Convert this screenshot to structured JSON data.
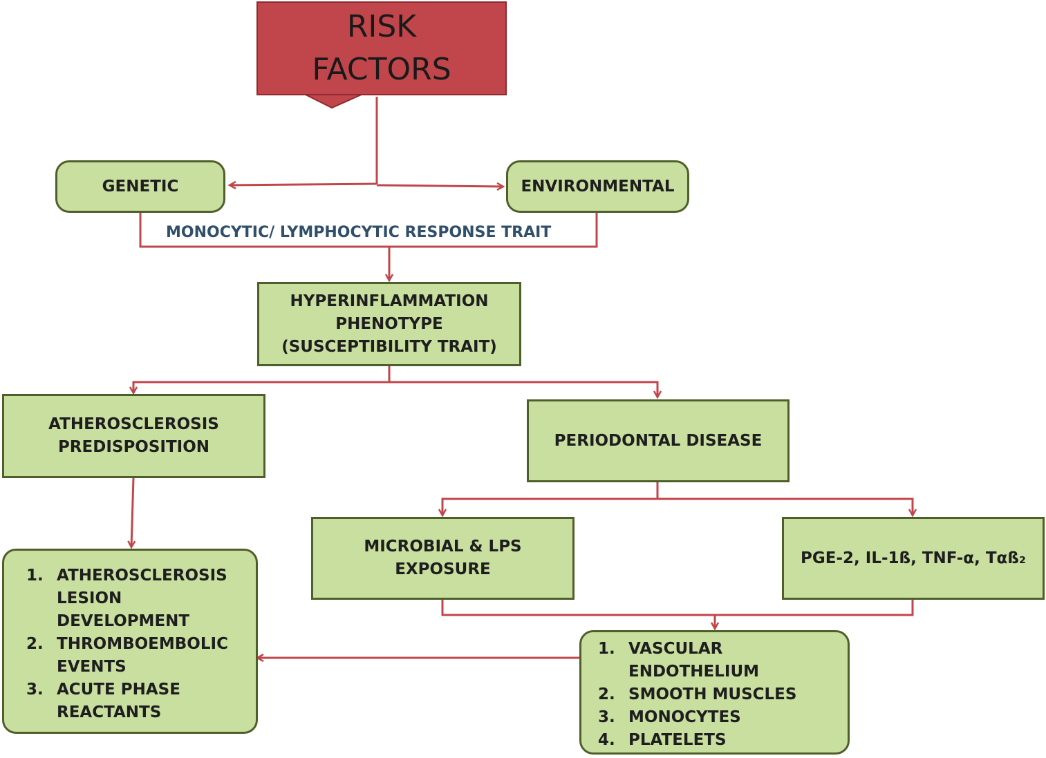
{
  "colors": {
    "arrow": "#c0464b",
    "box_fill": "#c9dfa0",
    "box_border": "#4f5f2a",
    "risk_fill": "#c0464b",
    "trait_text": "#2f4f6a"
  },
  "nodes": {
    "risk_factors": {
      "lines": [
        "RISK",
        "FACTORS"
      ]
    },
    "genetic": {
      "text": "GENETIC"
    },
    "environmental": {
      "text": "ENVIRONMENTAL"
    },
    "trait_label": {
      "text": "MONOCYTIC/ LYMPHOCYTIC RESPONSE TRAIT"
    },
    "hyperinflammation": {
      "lines": [
        "HYPERINFLAMMATION",
        "PHENOTYPE",
        "(SUSCEPTIBILITY TRAIT)"
      ]
    },
    "atherosclerosis_predisposition": {
      "lines": [
        "ATHEROSCLEROSIS",
        "PREDISPOSITION"
      ]
    },
    "periodontal_disease": {
      "text": "PERIODONTAL DISEASE"
    },
    "microbial_lps": {
      "lines": [
        "MICROBIAL & LPS",
        "EXPOSURE"
      ]
    },
    "mediators": {
      "text": "PGE-2, IL-1ß, TNF-α, Tαß₂"
    },
    "outcomes": {
      "items": [
        {
          "num": "1.",
          "lines": [
            "ATHEROSCLEROSIS",
            "LESION",
            "DEVELOPMENT"
          ]
        },
        {
          "num": "2.",
          "lines": [
            "THROMBOEMBOLIC",
            "EVENTS"
          ]
        },
        {
          "num": "3.",
          "lines": [
            "ACUTE PHASE",
            "REACTANTS"
          ]
        }
      ]
    },
    "targets": {
      "items": [
        {
          "num": "1.",
          "lines": [
            "VASCULAR",
            "ENDOTHELIUM"
          ]
        },
        {
          "num": "2.",
          "lines": [
            "SMOOTH MUSCLES"
          ]
        },
        {
          "num": "3.",
          "lines": [
            "MONOCYTES"
          ]
        },
        {
          "num": "4.",
          "lines": [
            "PLATELETS"
          ]
        }
      ]
    }
  }
}
